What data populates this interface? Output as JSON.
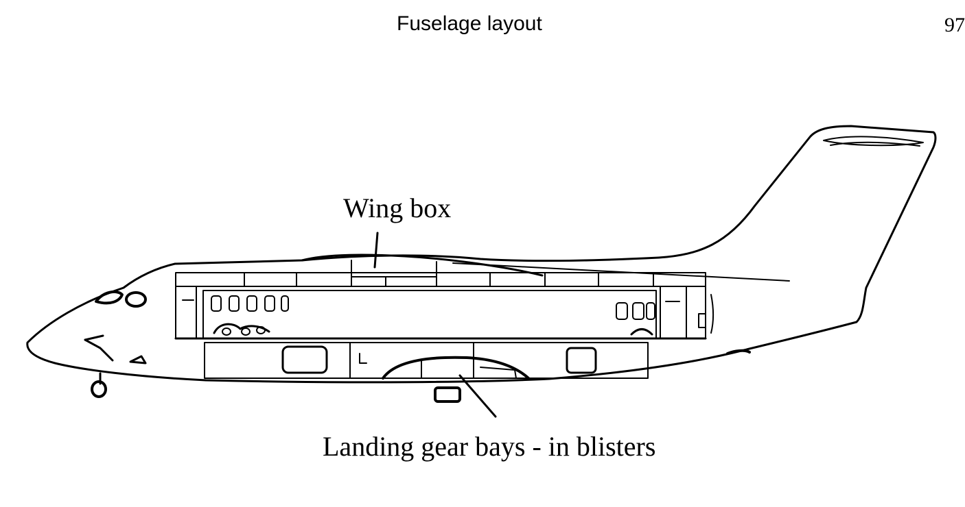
{
  "running_head": {
    "section_title": "Fuselage layout",
    "page_number": "97"
  },
  "figure": {
    "labels": {
      "wing_box": "Wing box",
      "landing_gear": "Landing gear bays - in blisters"
    }
  }
}
